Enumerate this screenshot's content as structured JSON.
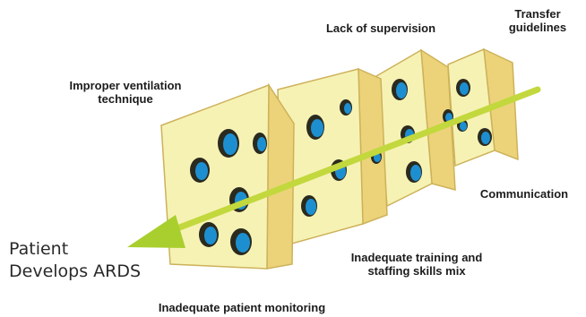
{
  "labels": {
    "improper_ventilation": [
      "Improper ventilation",
      "technique"
    ],
    "lack_of_supervision": "Lack of supervision",
    "transfer_guidelines": [
      "Transfer",
      "guidelines"
    ],
    "communication": "Communication",
    "inadequate_training": [
      "Inadequate training and",
      "staffing skills mix"
    ],
    "inadequate_monitoring": "Inadequate patient monitoring"
  },
  "outcome": [
    "Patient",
    "Develops ARDS"
  ],
  "colors": {
    "cheese_face": "#f6f2b4",
    "cheese_side": "#ecd37a",
    "cheese_edge": "#cdb25a",
    "hole_blue": "#1d8fd1",
    "hole_rim": "#2a2a1e",
    "arrow": "#a9cf2e",
    "arrow_shaft": "#c2d83d"
  },
  "icons": {
    "slice": "swiss-cheese-slice",
    "arrow": "arrow-left"
  }
}
